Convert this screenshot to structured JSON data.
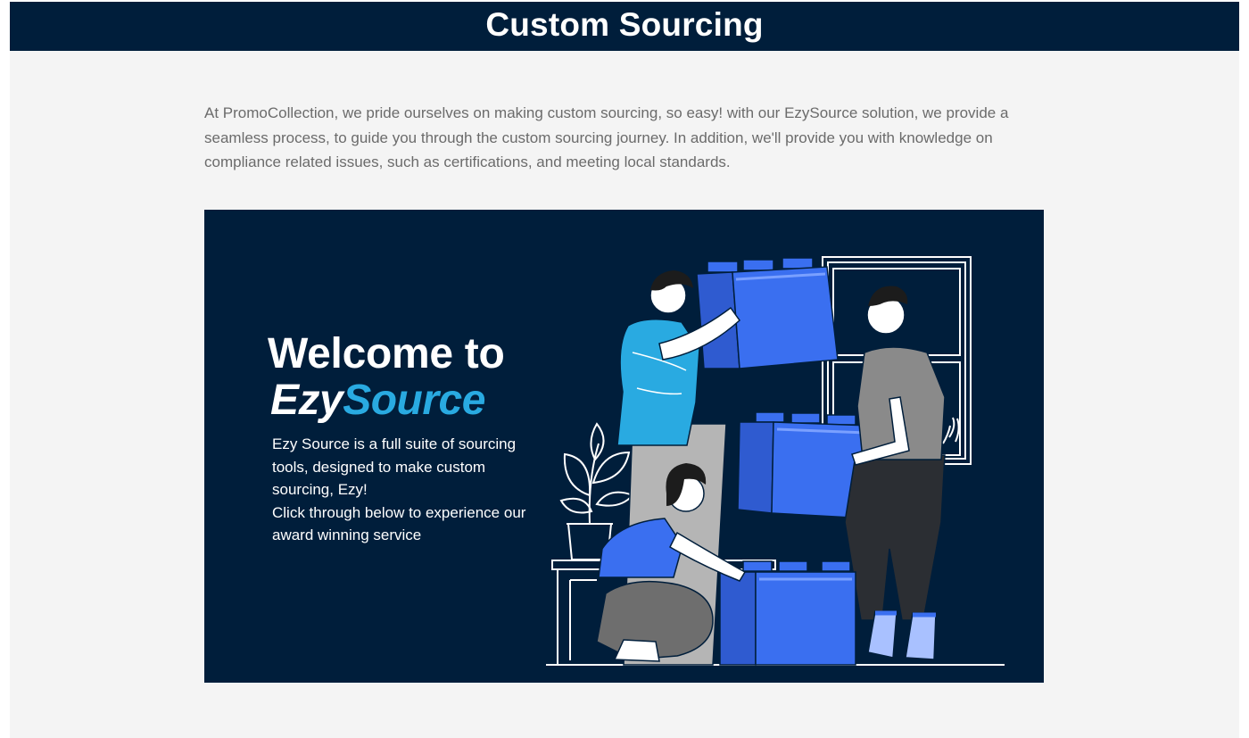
{
  "header": {
    "title": "Custom Sourcing"
  },
  "intro": {
    "text": "At PromoCollection, we pride ourselves on making custom sourcing, so easy! with our EzySource solution, we provide a seamless process, to guide you through the custom sourcing journey. In addition, we'll provide you with knowledge on compliance related issues, such as certifications, and meeting local standards."
  },
  "banner": {
    "welcome": "Welcome to",
    "brand_part1": "Ezy",
    "brand_part2": "Source",
    "description_line1": "Ezy Source is a full suite of sourcing tools, designed to make custom sourcing, Ezy!",
    "description_line2": "Click through below to experience our award winning service",
    "illustration": "people-stacking-boxes-illustration"
  },
  "colors": {
    "navy": "#001e3b",
    "accent_cyan": "#29aae1",
    "box_blue": "#3a6ff0",
    "page_bg": "#f4f4f4",
    "text_gray": "#6b6b6b"
  }
}
